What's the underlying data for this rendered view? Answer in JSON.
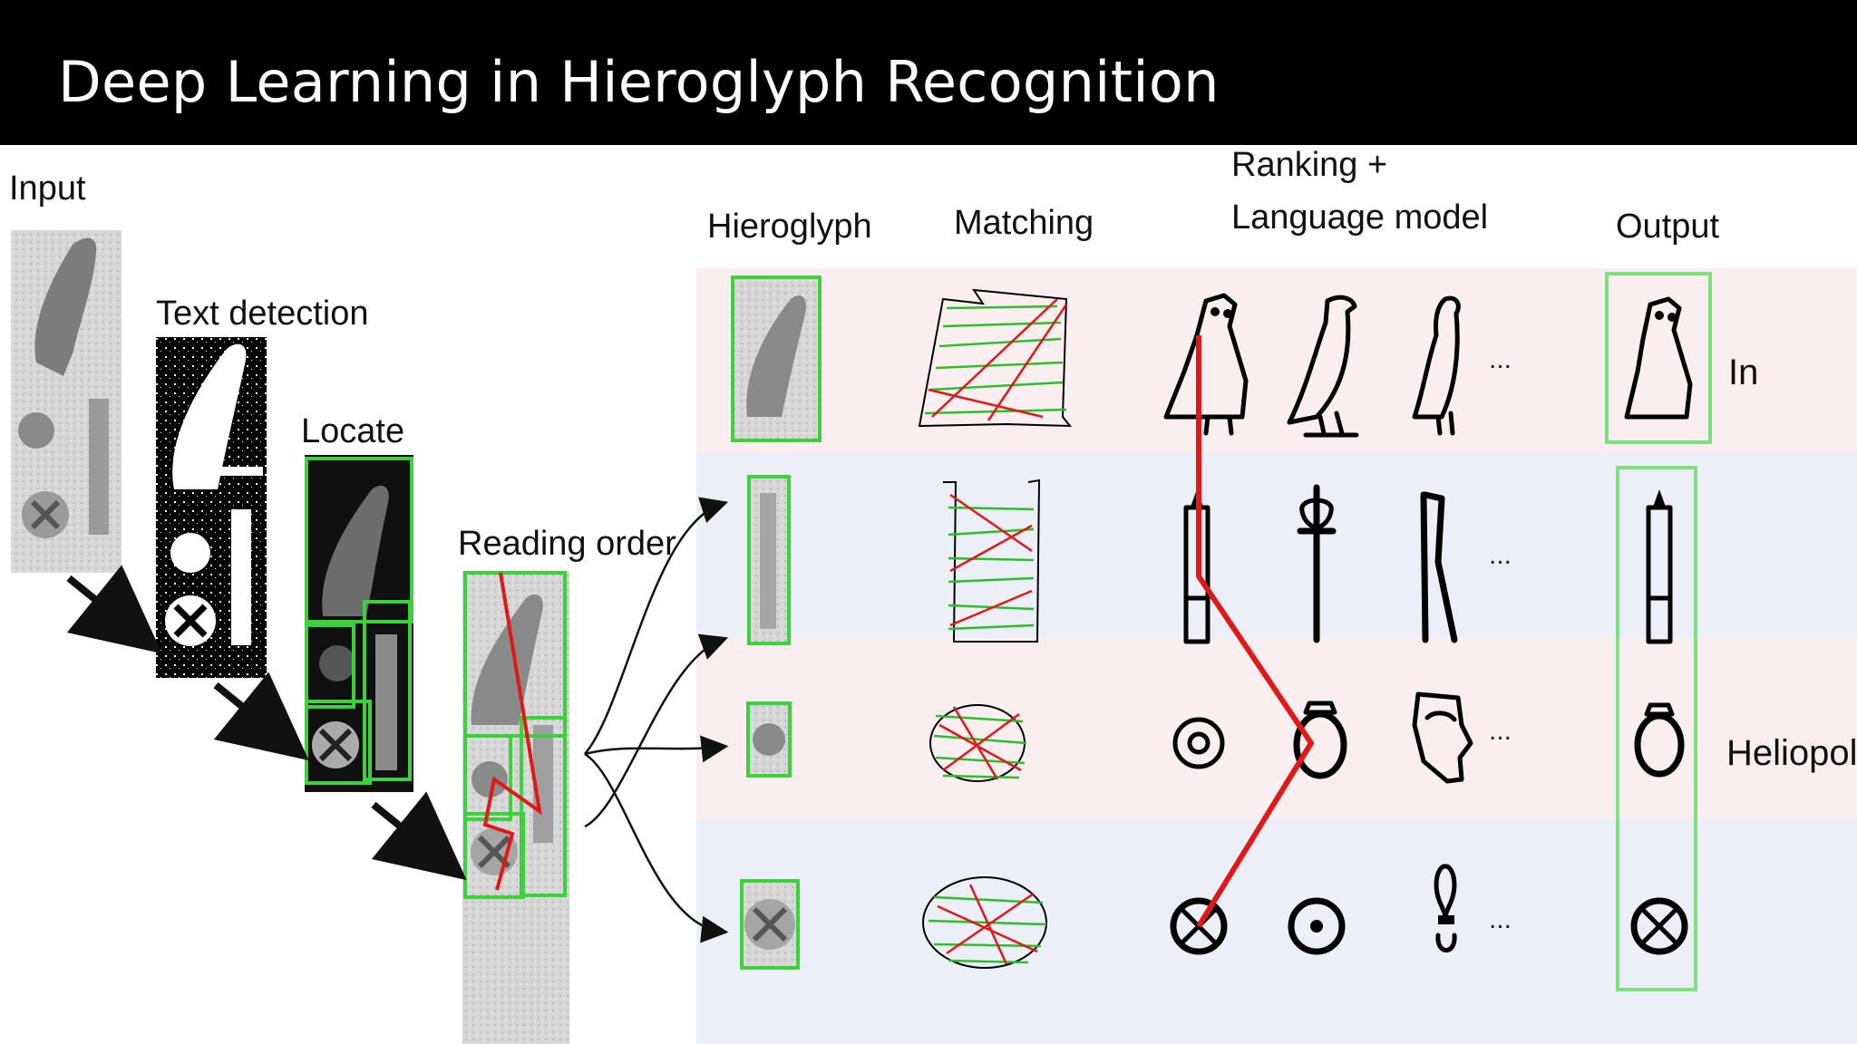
{
  "slide": {
    "title": "Deep Learning in Hieroglyph Recognition"
  },
  "diagram": {
    "stages": {
      "input": "Input",
      "text_detection": "Text detection",
      "locate": "Locate",
      "reading_order": "Reading order"
    },
    "columns": {
      "hieroglyph": "Hieroglyph",
      "matching": "Matching",
      "ranking_line1": "Ranking +",
      "ranking_line2": "Language model",
      "output": "Output"
    },
    "candidates_ellipsis": "...",
    "words": [
      "In",
      "Heliopolis"
    ],
    "colors": {
      "row_pink": "#fbeef1",
      "row_blue": "#eceff8",
      "box_green": "#3dd13d",
      "path_red": "#e01818"
    }
  }
}
